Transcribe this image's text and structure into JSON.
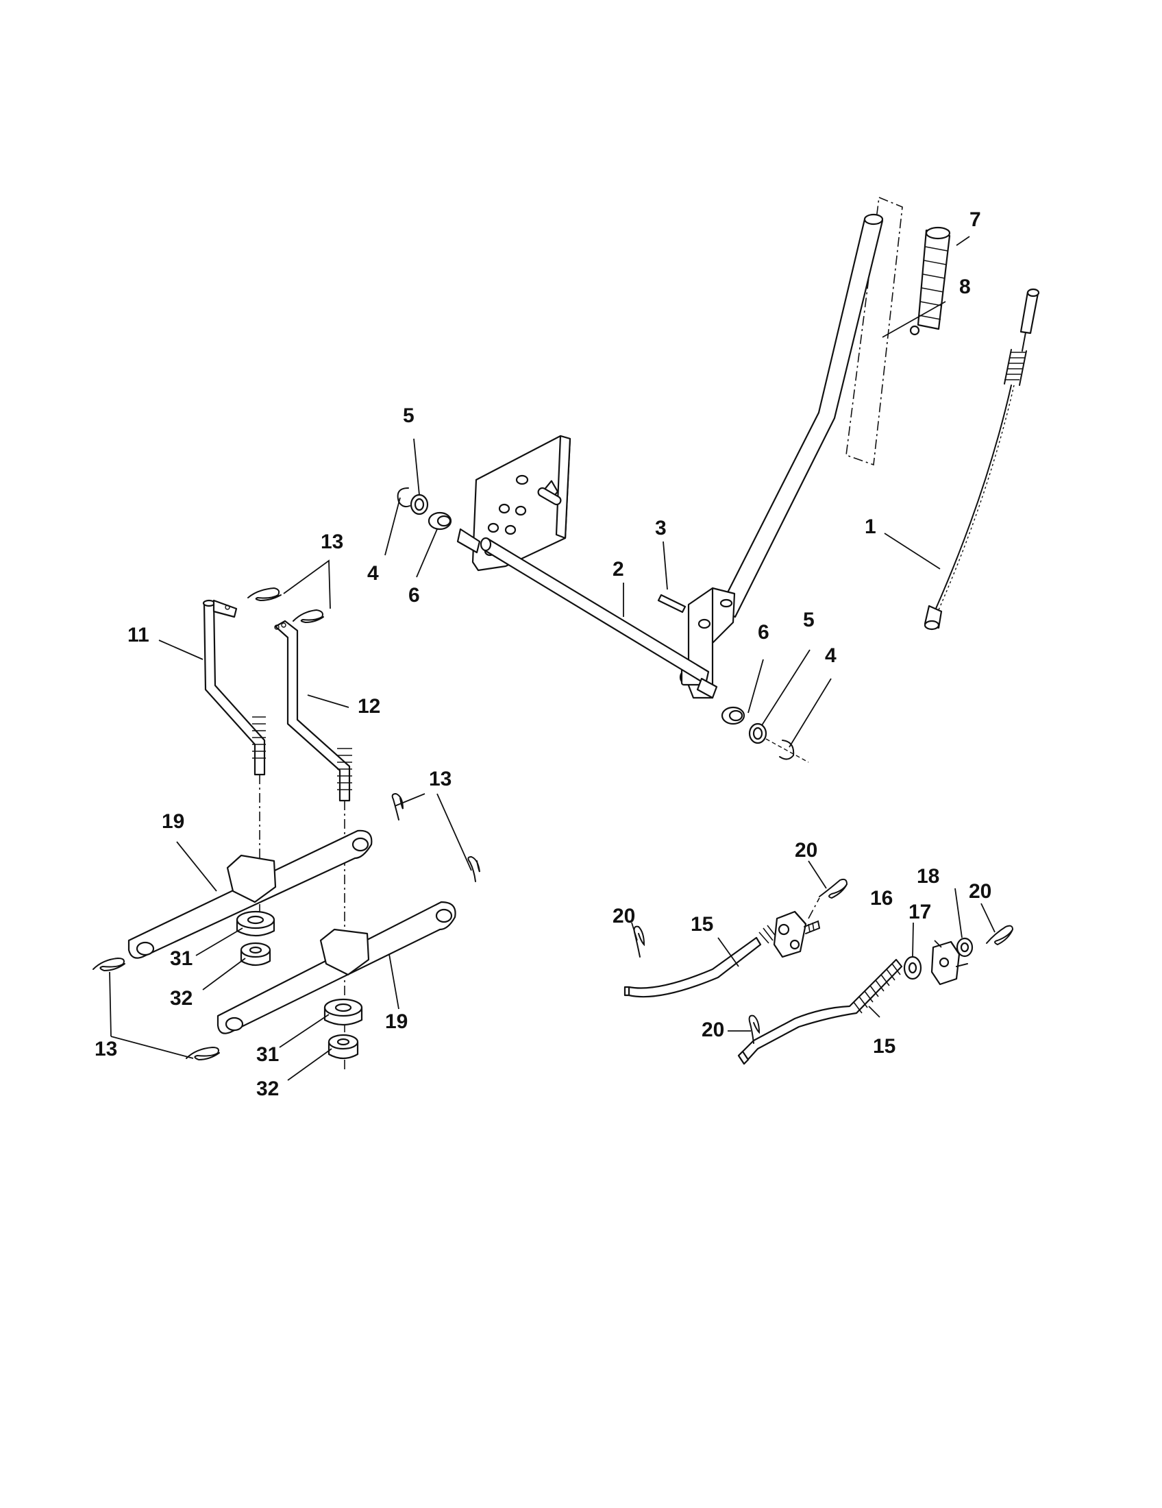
{
  "callouts": {
    "c1": "1",
    "c2": "2",
    "c3": "3",
    "c4a": "4",
    "c4b": "4",
    "c5a": "5",
    "c5b": "5",
    "c6a": "6",
    "c6b": "6",
    "c7": "7",
    "c8": "8",
    "c11": "11",
    "c12": "12",
    "c13a": "13",
    "c13b": "13",
    "c13c": "13",
    "c15a": "15",
    "c15b": "15",
    "c16": "16",
    "c17": "17",
    "c18": "18",
    "c19a": "19",
    "c19b": "19",
    "c20a": "20",
    "c20b": "20",
    "c20c": "20",
    "c20d": "20",
    "c31a": "31",
    "c31b": "31",
    "c32a": "32",
    "c32b": "32"
  }
}
